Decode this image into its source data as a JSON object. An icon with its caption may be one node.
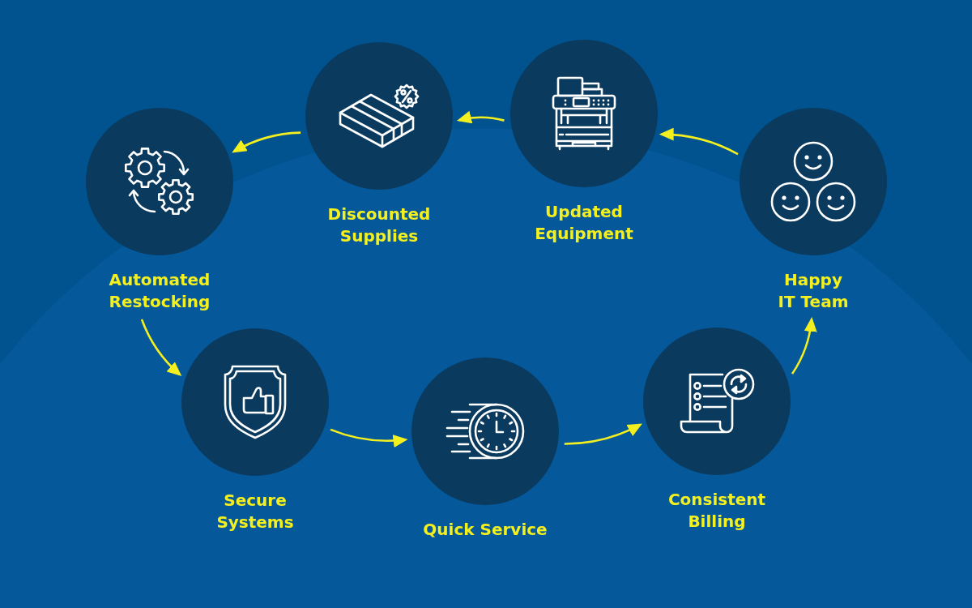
{
  "diagram": {
    "nodes": [
      {
        "text": [
          "Discounted Supplies"
        ]
      },
      {
        "text": [
          "Updated Equipment"
        ]
      },
      {
        "text": [
          "Automated Restocking"
        ]
      },
      {
        "text": [
          "Happy IT Team"
        ]
      },
      {
        "text": [
          "Secure Systems"
        ]
      },
      {
        "text": [
          "Quick Service"
        ]
      },
      {
        "text": [
          "Consistent Billing"
        ]
      }
    ],
    "edges": [
      {
        "from": 3,
        "to": 1,
        "arrow": "to"
      },
      {
        "from": 1,
        "to": 0,
        "arrow": "to"
      },
      {
        "from": 0,
        "to": 2,
        "arrow": "to"
      },
      {
        "from": 2,
        "to": 4,
        "arrow": "to"
      },
      {
        "from": 4,
        "to": 5,
        "arrow": "to"
      },
      {
        "from": 5,
        "to": 6,
        "arrow": "to"
      },
      {
        "from": 6,
        "to": 3,
        "arrow": "to"
      }
    ]
  }
}
